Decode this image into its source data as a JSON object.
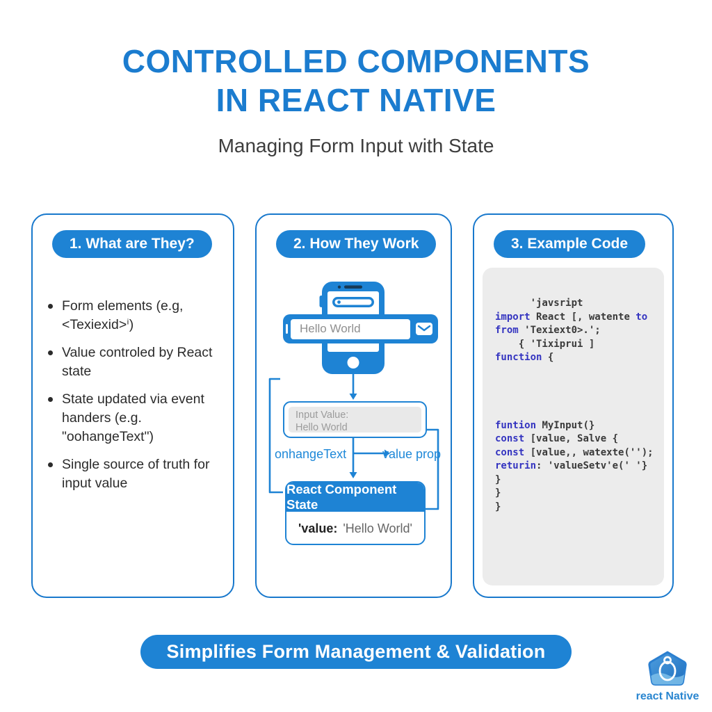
{
  "colors": {
    "accent": "#1e83d4",
    "card_border": "#1878cc",
    "title_blue": "#1b7ccf",
    "code_keyword": "#3434c0",
    "code_background": "#ececec",
    "muted_gray": "#9b9b9b"
  },
  "header": {
    "title_line1": "CONTROLLED COMPONENTS",
    "title_line2": "IN REACT NATIVE",
    "subtitle": "Managing Form Input with State"
  },
  "cards": {
    "what": {
      "heading": "1. What are They?",
      "bullets": [
        "Form elements (e.g, <Texiexid>ⁱ)",
        "Value controled by React state",
        "State updated via event handers (e.g. \"oohangeText\")",
        "Single source of truth for input value"
      ]
    },
    "how": {
      "heading": "2. How They Work",
      "phone_input_text": "Hello World",
      "input_value_label": "Input Value:",
      "input_value_text": "Hello World",
      "left_arrow_label": "onhangeText",
      "right_arrow_label": "value prop",
      "state_box_title": "React Component State",
      "state_key": "'value:",
      "state_value": "'Hello World'"
    },
    "code": {
      "heading": "3. Example Code",
      "lines": [
        [
          {
            "t": "      'javsript",
            "k": false
          }
        ],
        [
          {
            "t": "import",
            "k": true
          },
          {
            "t": " React [, watente ",
            "k": false
          },
          {
            "t": "to",
            "k": true
          }
        ],
        [
          {
            "t": "from",
            "k": true
          },
          {
            "t": " 'Texiext0>.';",
            "k": false
          }
        ],
        [
          {
            "t": "    { 'Tixiprui ]",
            "k": false
          }
        ],
        [
          {
            "t": "function",
            "k": true
          },
          {
            "t": " {",
            "k": false
          }
        ],
        [],
        [],
        [],
        [],
        [
          {
            "t": "funtion",
            "k": true
          },
          {
            "t": " MyInput(}",
            "k": false
          }
        ],
        [
          {
            "t": "const",
            "k": true
          },
          {
            "t": " [value, Salve {",
            "k": false
          }
        ],
        [
          {
            "t": "const",
            "k": true
          },
          {
            "t": " [value,, watexte('');",
            "k": false
          }
        ],
        [
          {
            "t": "returin",
            "k": true
          },
          {
            "t": ": 'valueSetv'e(' '}",
            "k": false
          }
        ],
        [
          {
            "t": "}",
            "k": false
          }
        ],
        [
          {
            "t": "}",
            "k": false
          }
        ],
        [
          {
            "t": "}",
            "k": false
          }
        ]
      ]
    }
  },
  "banner": {
    "label": "Simplifies Form Management & Validation"
  },
  "logo": {
    "label": "react Native"
  }
}
